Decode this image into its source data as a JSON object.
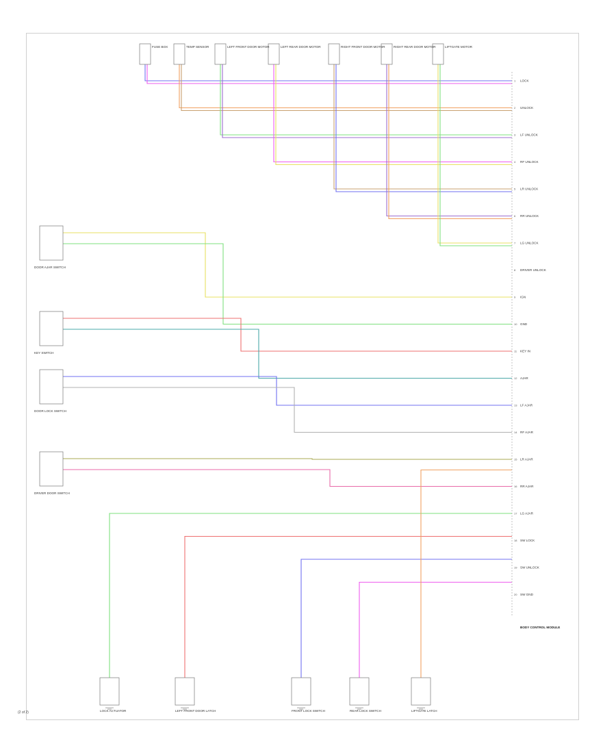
{
  "diagram": {
    "footer": "(2 of 2)",
    "colors": {
      "blue": "#6f6ff0",
      "orange": "#f0a060",
      "green": "#7ee07e",
      "yellow": "#e8e060",
      "magenta": "#ee5cee",
      "red": "#ee6f6f",
      "teal": "#4aa8a8",
      "brown": "#c8a070",
      "purple": "#9c6cd0",
      "olive": "#a8a850",
      "gray": "#b0b0b0",
      "pink": "#e86aa8"
    },
    "top_components": [
      {
        "id": "c1",
        "label": "FUSE BOX"
      },
      {
        "id": "c2",
        "label": "TEMP SENSOR"
      },
      {
        "id": "c3",
        "label": "LEFT FRONT DOOR MOTOR"
      },
      {
        "id": "c4",
        "label": "LEFT REAR DOOR MOTOR"
      },
      {
        "id": "c5",
        "label": "RIGHT FRONT DOOR MOTOR"
      },
      {
        "id": "c6",
        "label": "RIGHT REAR DOOR MOTOR"
      },
      {
        "id": "c7",
        "label": "LIFTGATE MOTOR"
      }
    ],
    "left_components": [
      {
        "id": "l1",
        "label": "DOOR AJAR SWITCH"
      },
      {
        "id": "l2",
        "label": "KEY SWITCH"
      },
      {
        "id": "l3",
        "label": "DOOR LOCK SWITCH"
      },
      {
        "id": "l4",
        "label": "DRIVER DOOR SWITCH"
      }
    ],
    "bottom_components": [
      {
        "id": "b1",
        "label": "LOCK ACTUATOR"
      },
      {
        "id": "b2",
        "label": "LEFT FRONT DOOR LATCH"
      },
      {
        "id": "b3",
        "label": "FRONT LOCK SWITCH"
      },
      {
        "id": "b4",
        "label": "REAR LOCK SWITCH"
      },
      {
        "id": "b5",
        "label": "LIFTGATE LATCH"
      }
    ],
    "module": {
      "title": "BODY CONTROL MODULE",
      "pins": [
        {
          "n": "1",
          "label": "LOCK"
        },
        {
          "n": "2",
          "label": "UNLOCK"
        },
        {
          "n": "3",
          "label": "LF UNLOCK"
        },
        {
          "n": "4",
          "label": "RF UNLOCK"
        },
        {
          "n": "5",
          "label": "LR UNLOCK"
        },
        {
          "n": "6",
          "label": "RR UNLOCK"
        },
        {
          "n": "7",
          "label": "LG UNLOCK"
        },
        {
          "n": "8",
          "label": "DRIVER UNLOCK"
        },
        {
          "n": "9",
          "label": "IGN"
        },
        {
          "n": "10",
          "label": "GND"
        },
        {
          "n": "11",
          "label": "KEY IN"
        },
        {
          "n": "12",
          "label": "AJAR"
        },
        {
          "n": "13",
          "label": "LF AJAR"
        },
        {
          "n": "14",
          "label": "RF AJAR"
        },
        {
          "n": "15",
          "label": "LR AJAR"
        },
        {
          "n": "16",
          "label": "RR AJAR"
        },
        {
          "n": "17",
          "label": "LG AJAR"
        },
        {
          "n": "18",
          "label": "SW LOCK"
        },
        {
          "n": "19",
          "label": "SW UNLOCK"
        },
        {
          "n": "20",
          "label": "SW GND"
        }
      ]
    }
  }
}
